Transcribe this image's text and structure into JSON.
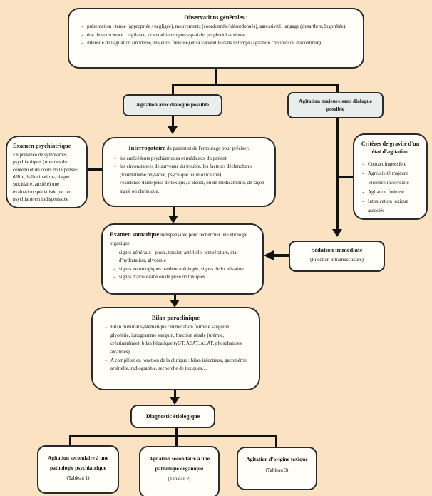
{
  "colors": {
    "background": "#fbe2c2",
    "box_fill": "#fffef8",
    "decision_fill": "#e9edec",
    "border": "#2a2a2a",
    "connector": "#111111"
  },
  "icons": {
    "arrow-down-icon": "solid black triangle pointing down (CSS shape)",
    "arrow-left-icon": "solid black triangle pointing left (CSS shape)"
  },
  "flow": {
    "observations": {
      "title": "Observations générales :",
      "bullets": [
        "présentation : tenue (appropriée / négligée), mouvements (coordonnés / désordonnés), agressivité, langage (dysarthrie, logorrhée).",
        "état de conscience : vigilance, orientation temporo-spatiale, perplexité anxieuse.",
        "intensité de l'agitation (modérée, majeure, furieuse) et sa variabilité dans le temps (agitation continue ou discontinue)."
      ]
    },
    "dialogue": {
      "label": "Agitation avec dialogue possible"
    },
    "majeure": {
      "label": "Agitation majeure sans dialogue possible"
    },
    "examen_psychiatrique": {
      "title": "Examen psychiatrique",
      "body": "En présence de symptômes psychiatriques (troubles du contenu et du cours de la pensée, délire, hallucinations, risque suicidaire, anxiété) une évaluation spécialisée par un psychiatre est indispensable"
    },
    "interrogatoire": {
      "title": "Interrogatoire",
      "suffix": " du patient et de l'entourage pour préciser:",
      "bullets": [
        "les antécédents psychiatriques et médicaux du patient.",
        "les circonstances de survenue du trouble, les facteurs déclenchants (traumatisme physique, psychique ou intoxication).",
        "l'existence d'une prise de toxique, d'alcool, ou de médicaments, de façon aiguë ou chronique."
      ]
    },
    "criteres": {
      "title": "Critères de gravité d'un état d'agitation",
      "items": [
        "Contact impossible",
        "Agressivité majeure",
        "Violence incoercible",
        "Agitation furieuse",
        "Intoxication toxique associée"
      ]
    },
    "examen_somatique": {
      "title": "Examen somatique",
      "suffix": " indispensable pour rechercher une étiologie organique",
      "bullets": [
        "signes généraux : pouls, tension artérielle, température, état d'hydratation, glycémie",
        "signes neurologiques: raideur méningée, signes de localisation…",
        "signes d'alcoolisme ou de prise de toxiques."
      ]
    },
    "sedation": {
      "title": "Sédation immédiate",
      "note": "(Injection intramusculaire)"
    },
    "bilan": {
      "title": "Bilan paraclinique",
      "bullets": [
        "Bilan minimal systématique : numération formule sanguine, glycémie, ionogramme sanguin, fonction rénale (urémie, créatininémie), bilan hépatique (γGT, ASAT, ALAT, phosphatases alcalines).",
        "A compléter en fonction de la clinique : bilan infectieux, gazométrie artérielle, radiographie, recherche de toxiques…"
      ]
    },
    "diagnostic": {
      "label": "Diagnostic étiologique"
    },
    "outcomes": [
      {
        "title": "Agitation secondaire à une pathologie psychiatrique",
        "ref": "(Tableau 1)"
      },
      {
        "title": "Agitation secondaire à une pathologie organique",
        "ref": "(Tableau 2)"
      },
      {
        "title": "Agitation d'origine toxique",
        "ref": "(Tableau 3)"
      }
    ]
  }
}
